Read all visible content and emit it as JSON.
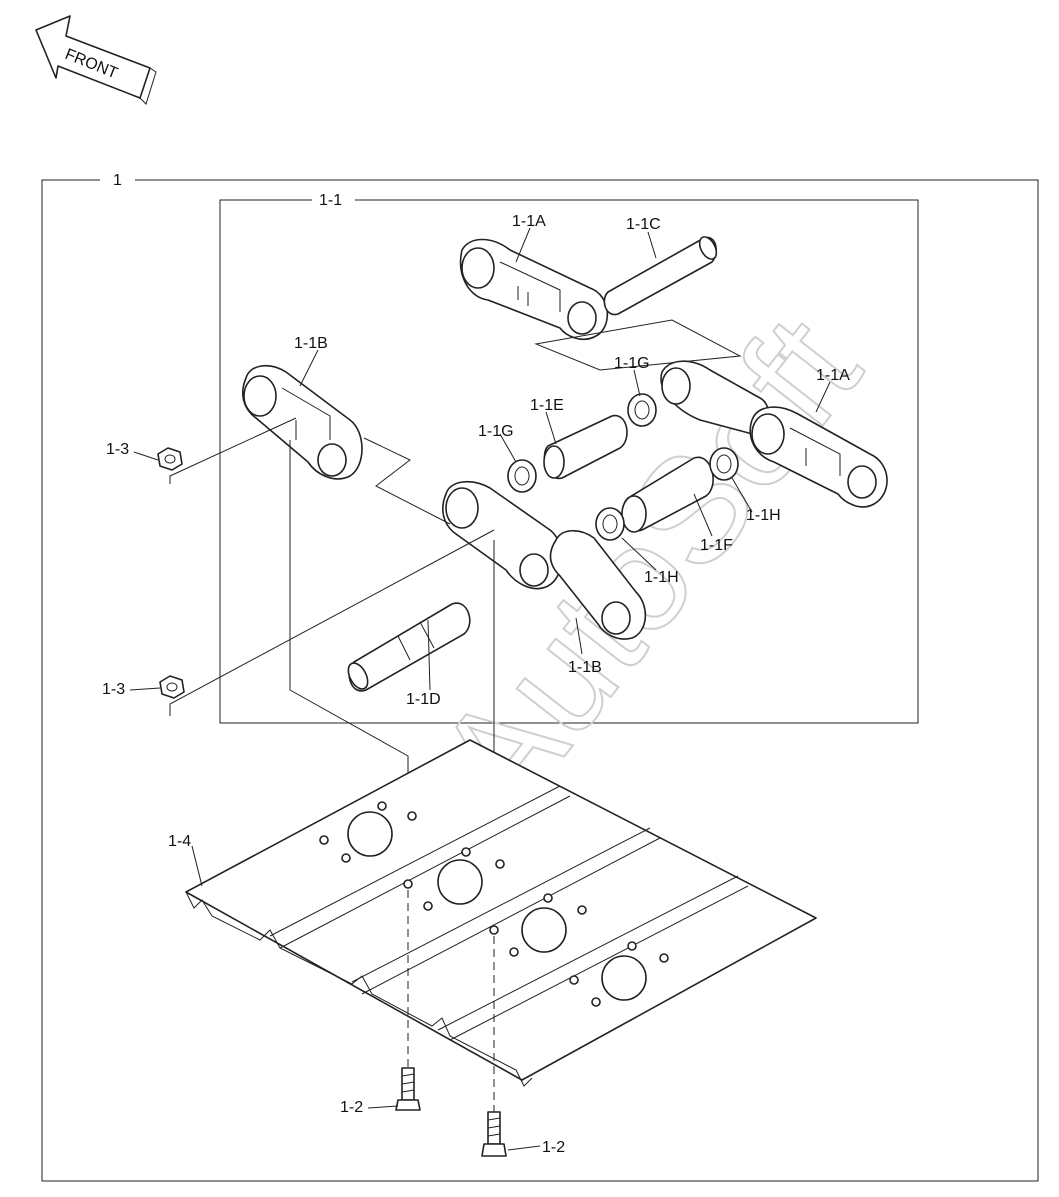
{
  "front_label": "FRONT",
  "watermark": "AutoSoft",
  "frames": {
    "outer": "1",
    "inner": "1-1"
  },
  "callouts": {
    "a_top": "1-1A",
    "c": "1-1C",
    "b_left": "1-1B",
    "g_top": "1-1G",
    "a_right": "1-1A",
    "e": "1-1E",
    "g_left": "1-1G",
    "h_right": "1-1H",
    "f": "1-1F",
    "h_mid": "1-1H",
    "b_bottom": "1-1B",
    "d": "1-1D",
    "n3_top": "1-3",
    "n3_bottom": "1-3",
    "n4": "1-4",
    "n2_left": "1-2",
    "n2_right": "1-2"
  }
}
